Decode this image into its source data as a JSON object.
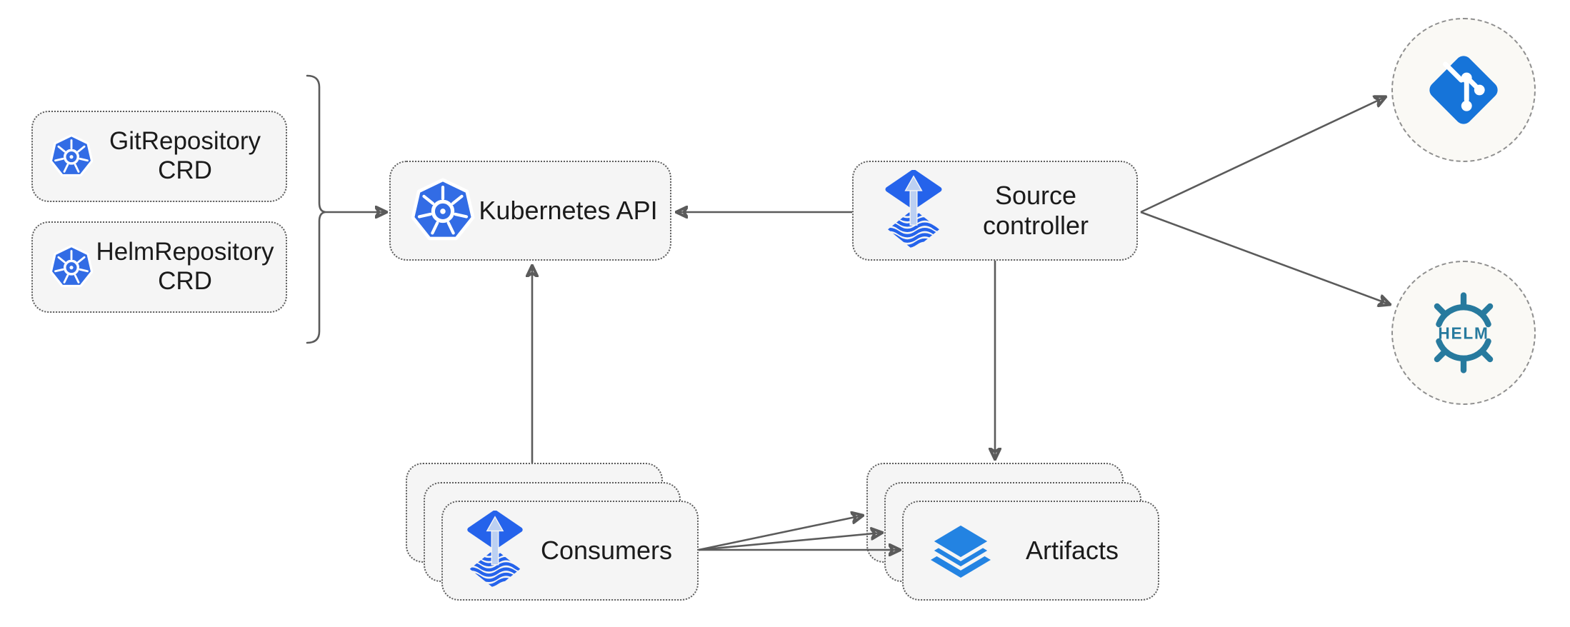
{
  "diagram": {
    "nodes": {
      "git_repository_crd": {
        "lines": [
          "GitRepository",
          "CRD"
        ],
        "icon": "kubernetes-icon"
      },
      "helm_repository_crd": {
        "lines": [
          "HelmRepository",
          "CRD"
        ],
        "icon": "kubernetes-icon"
      },
      "kubernetes_api": {
        "label": "Kubernetes API",
        "icon": "kubernetes-icon"
      },
      "source_controller": {
        "lines": [
          "Source",
          "controller"
        ],
        "icon": "flux-icon"
      },
      "consumers": {
        "label": "Consumers",
        "icon": "flux-icon",
        "stack_count": 3
      },
      "artifacts": {
        "label": "Artifacts",
        "icon": "layers-icon",
        "stack_count": 3
      },
      "git_repository": {
        "icon": "git-icon"
      },
      "helm_repository": {
        "icon": "helm-icon",
        "logo_text": "HELM"
      }
    },
    "edges": [
      {
        "from": "git_repository_crd,helm_repository_crd",
        "to": "kubernetes_api",
        "connector": "bracket",
        "arrow_count": 1
      },
      {
        "from": "source_controller",
        "to": "kubernetes_api",
        "arrow_count": 1
      },
      {
        "from": "consumers",
        "to": "kubernetes_api",
        "arrow_count": 1
      },
      {
        "from": "source_controller",
        "to": "artifacts",
        "arrow_count": 1
      },
      {
        "from": "source_controller",
        "to": "git_repository",
        "arrow_count": 1
      },
      {
        "from": "source_controller",
        "to": "helm_repository",
        "arrow_count": 1
      },
      {
        "from": "consumers",
        "to": "artifacts",
        "arrow_count": 3
      }
    ],
    "colors": {
      "canvas_bg": "#ffffff",
      "node_fill": "#f5f5f5",
      "node_border": "#5c5c5c",
      "circle_fill": "#faf9f5",
      "circle_border": "#8f8f8f",
      "arrow": "#5b5b5b",
      "label_text": "#1b1b1b",
      "kubernetes_blue": "#326ce5",
      "flux_blue": "#2563eb",
      "flux_arrow_light": "#bcd0f2",
      "git_blue": "#1674d9",
      "helm_teal": "#277a9e",
      "layers_blue": "#2383e2"
    }
  }
}
